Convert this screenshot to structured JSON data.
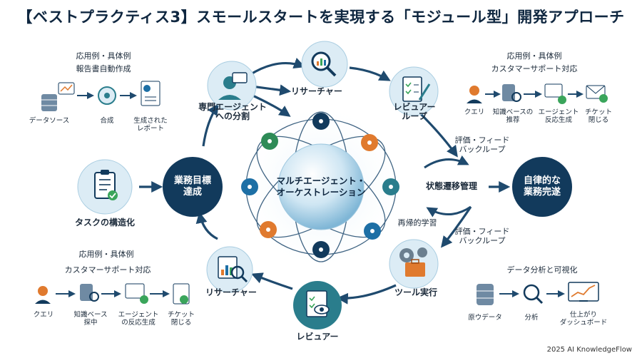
{
  "title": "【ベストプラクティス3】スモールスタートを実現する「モジュール型」開発アプローチ",
  "center": {
    "line1": "マルチエージェント・",
    "line2": "オーケストレーション"
  },
  "goal": {
    "line1": "業務目標",
    "line2": "達成"
  },
  "final": {
    "line1": "自律的な",
    "line2": "業務完遂"
  },
  "state_mgmt": "状態遷移管理",
  "cycle": {
    "split": {
      "line1": "専門エージェント",
      "line2": "への分割"
    },
    "research_top": "リサーチャー",
    "review_top": {
      "line1": "レビュアー",
      "line2": "ループ"
    },
    "feedback_top": {
      "line1": "評価・フィード",
      "line2": "バックループ"
    },
    "recursive": "再帰的学習",
    "feedback_bottom": {
      "line1": "評価・フィード",
      "line2": "バックループ"
    },
    "tool": "ツール実行",
    "reviewer": "レビュアー",
    "researcher": "リサーチャー",
    "task": "タスクの構造化"
  },
  "example_tl": {
    "header1": "応用例・具体例",
    "header2": "報告書自動作成",
    "steps": [
      "データソース",
      "合成",
      "生成された\nレポート"
    ]
  },
  "example_tr": {
    "header1": "応用例・具体例",
    "header2": "カスタマーサポート対応",
    "steps": [
      "クエリ",
      "知識ベースの\n推荐",
      "エージェント\n反応生成",
      "チケット\n閉じる"
    ]
  },
  "example_bl": {
    "header1": "応用例・具体例",
    "header2": "カスタマーサポート対応",
    "steps": [
      "クエリ",
      "知識ベース\n探中",
      "エージェント\nの反応生成",
      "チケット\n閉じる"
    ]
  },
  "example_br": {
    "header1": "データ分析と可視化",
    "steps": [
      "原ウデータ",
      "分析",
      "仕上がり\nダッシュボード"
    ]
  },
  "footer": "2025 AI KnowledgeFlow",
  "colors": {
    "navy": "#123a5c",
    "teal": "#2a7d8c",
    "light": "#dcecf5",
    "accent": "#e07a2e",
    "green": "#3aa55b"
  }
}
